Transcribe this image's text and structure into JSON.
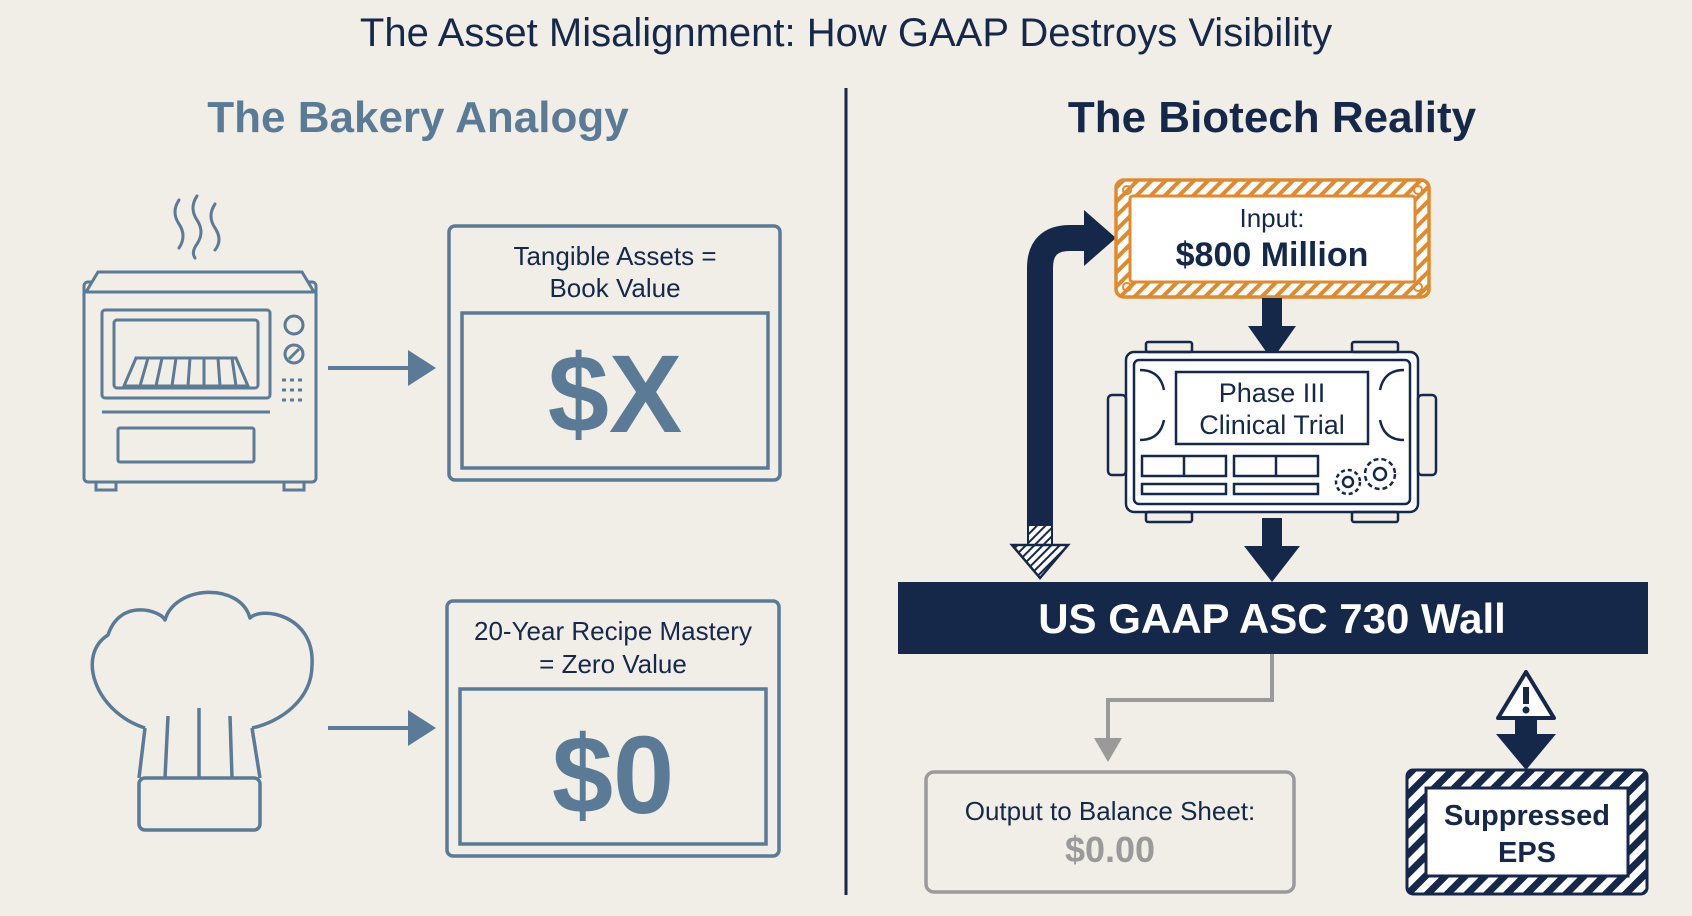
{
  "title": "The Asset Misalignment: How GAAP Destroys Visibility",
  "left": {
    "heading": "The Bakery Analogy",
    "box1": {
      "line1": "Tangible Assets =",
      "line2": "Book Value",
      "value": "$X"
    },
    "box2": {
      "line1": "20-Year Recipe Mastery",
      "line2": "= Zero Value",
      "value": "$0"
    }
  },
  "right": {
    "heading": "The Biotech Reality",
    "input": {
      "label": "Input:",
      "value": "$800 Million"
    },
    "trial": {
      "line1": "Phase III",
      "line2": "Clinical Trial"
    },
    "wall": "US GAAP ASC 730 Wall",
    "output": {
      "label": "Output to Balance Sheet:",
      "value": "$0.00"
    },
    "suppressed": {
      "line1": "Suppressed",
      "line2": "EPS"
    }
  },
  "colors": {
    "background": "#f1eee7",
    "navy": "#16284a",
    "steel_blue": "#5b7a96",
    "orange": "#e08a2e",
    "gray": "#9a9a9a"
  },
  "icons": [
    "oven-icon",
    "steam-icon",
    "chef-hat-icon",
    "gear-icon",
    "warning-icon"
  ]
}
